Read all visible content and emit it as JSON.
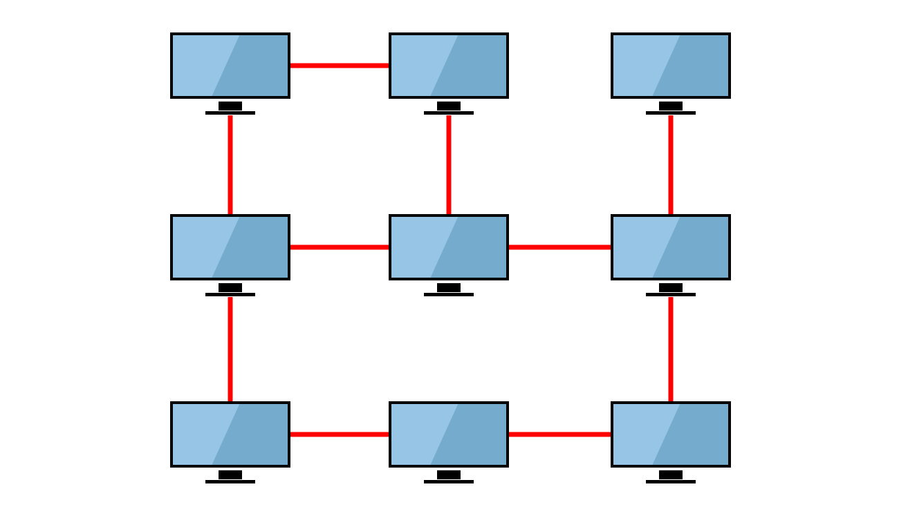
{
  "diagram": {
    "kind": "network-topology",
    "node_icon": "computer-monitor-icon",
    "grid": {
      "rows": 3,
      "cols": 3
    },
    "nodes": [
      {
        "id": "r0c0",
        "row": 0,
        "col": 0
      },
      {
        "id": "r0c1",
        "row": 0,
        "col": 1
      },
      {
        "id": "r0c2",
        "row": 0,
        "col": 2
      },
      {
        "id": "r1c0",
        "row": 1,
        "col": 0
      },
      {
        "id": "r1c1",
        "row": 1,
        "col": 1
      },
      {
        "id": "r1c2",
        "row": 1,
        "col": 2
      },
      {
        "id": "r2c0",
        "row": 2,
        "col": 0
      },
      {
        "id": "r2c1",
        "row": 2,
        "col": 1
      },
      {
        "id": "r2c2",
        "row": 2,
        "col": 2
      }
    ],
    "links": [
      {
        "from": "r0c0",
        "to": "r0c1"
      },
      {
        "from": "r0c0",
        "to": "r1c0"
      },
      {
        "from": "r0c1",
        "to": "r1c1"
      },
      {
        "from": "r0c2",
        "to": "r1c2"
      },
      {
        "from": "r1c0",
        "to": "r1c1"
      },
      {
        "from": "r1c1",
        "to": "r1c2"
      },
      {
        "from": "r1c0",
        "to": "r2c0"
      },
      {
        "from": "r1c2",
        "to": "r2c2"
      },
      {
        "from": "r2c0",
        "to": "r2c1"
      },
      {
        "from": "r2c1",
        "to": "r2c2"
      }
    ],
    "colors": {
      "link": "#ff0000",
      "screen_light": "#96c5e5",
      "screen_dark": "#75abcc",
      "bezel": "#000000",
      "background": "#ffffff"
    }
  }
}
